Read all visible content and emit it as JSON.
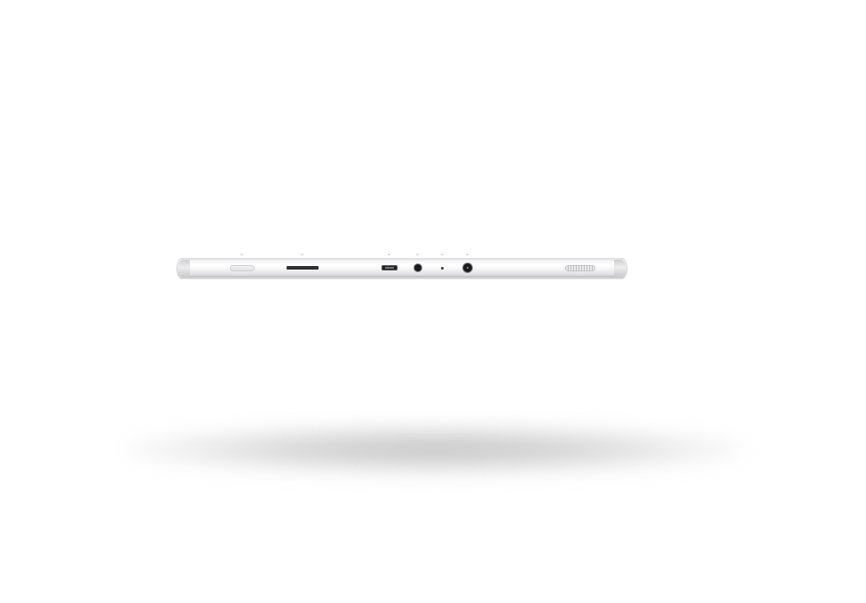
{
  "scene": {
    "subject": "tablet-side-edge",
    "background_color": "#ffffff",
    "body_color": "#eeeeef",
    "port_color": "#1f1f21",
    "shadow_color": "#b4b4b4"
  },
  "icons": [
    "power-button",
    "card-slot",
    "usb-port",
    "audio-jack",
    "microphone-hole",
    "dc-in-port",
    "speaker-grille"
  ]
}
